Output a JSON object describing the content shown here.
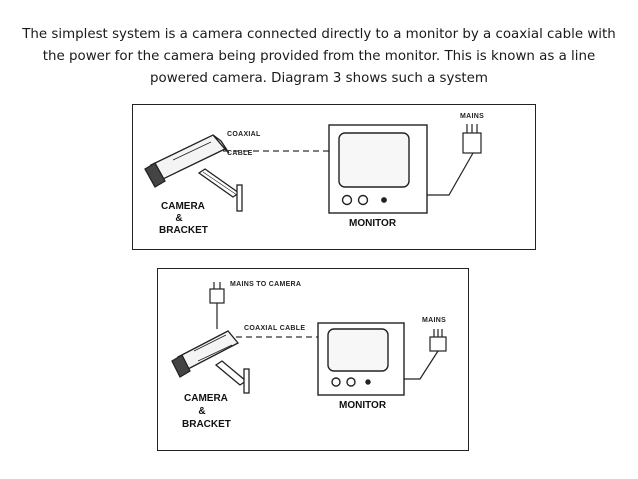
{
  "intro": {
    "text": "The simplest system is a camera connected directly to a monitor by a coaxial cable with the power for the camera being provided from the monitor. This is known as a line powered camera. Diagram 3 shows such a system"
  },
  "diagram_top": {
    "coaxial_label": "COAXIAL",
    "cable_label": "CABLE",
    "mains_label": "MAINS",
    "monitor_label": "MONITOR",
    "camera_label": "CAMERA",
    "amp_label": "&",
    "bracket_label": "BRACKET"
  },
  "diagram_bottom": {
    "mains_to_camera_label": "MAINS TO CAMERA",
    "coaxial_cable_label": "COAXIAL CABLE",
    "mains_label": "MAINS",
    "monitor_label": "MONITOR",
    "camera_label": "CAMERA",
    "amp_label": "&",
    "bracket_label": "BRACKET"
  }
}
